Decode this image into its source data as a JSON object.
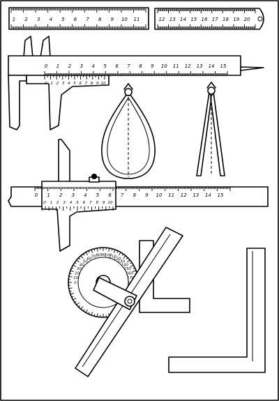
{
  "rules": {
    "left_numbers": [
      "1",
      "2",
      "3",
      "4",
      "5",
      "6",
      "7",
      "8",
      "9",
      "10",
      "11"
    ],
    "right_numbers": [
      "12",
      "13",
      "14",
      "15",
      "16",
      "17",
      "18",
      "19",
      "20"
    ]
  },
  "caliper": {
    "scale_numbers": [
      "0",
      "1",
      "2",
      "3",
      "4",
      "5",
      "6",
      "7",
      "8",
      "9",
      "10",
      "11",
      "12",
      "13",
      "14",
      "15"
    ],
    "vernier_numbers": [
      "0",
      "1",
      "2",
      "3",
      "4",
      "5",
      "6",
      "7",
      "8",
      "9",
      "10"
    ]
  },
  "height_gauge": {
    "scale_numbers": [
      "0",
      "1",
      "2",
      "3",
      "4",
      "5",
      "6",
      "7",
      "8",
      "9",
      "10",
      "11",
      "12",
      "13",
      "14",
      "15"
    ],
    "vernier_numbers": [
      "0",
      "1",
      "2",
      "3",
      "4",
      "5",
      "6",
      "7",
      "8",
      "9",
      "10"
    ]
  },
  "protractor": {
    "dial_numbers": [
      "0",
      "10",
      "20",
      "30",
      "40",
      "50",
      "60",
      "70",
      "80",
      "90",
      "100",
      "110",
      "120",
      "130",
      "140",
      "150",
      "160",
      "170",
      "180"
    ]
  }
}
